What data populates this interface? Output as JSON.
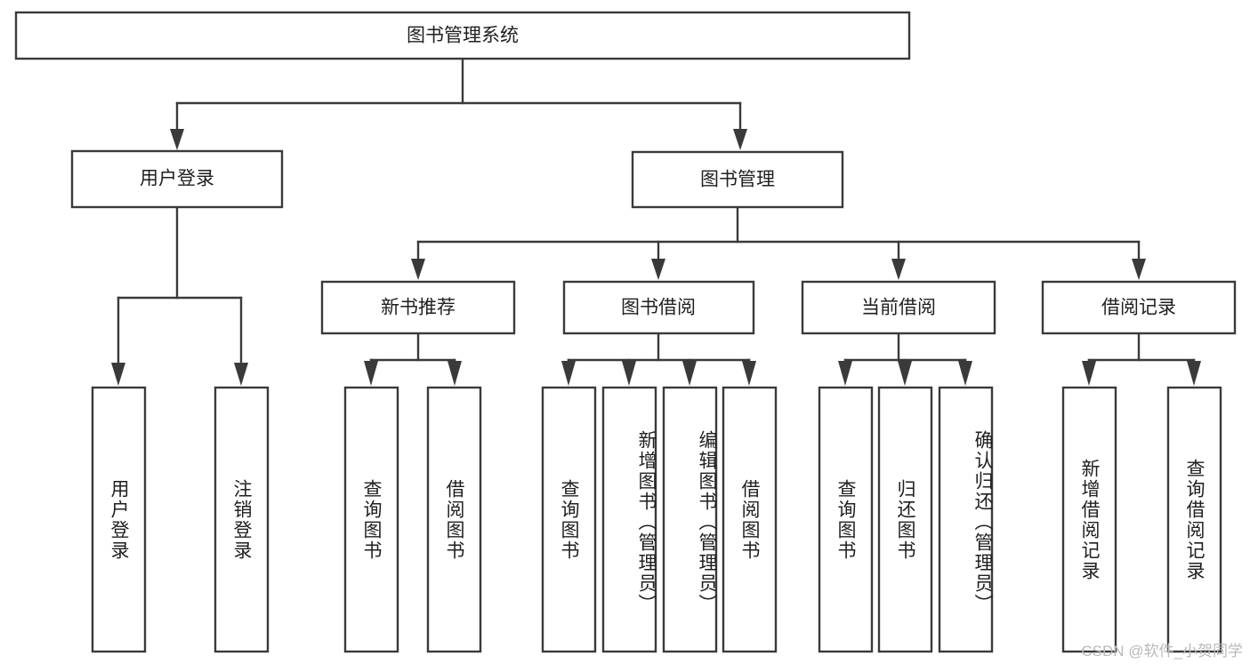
{
  "diagram": {
    "title": "图书管理系统",
    "type": "hierarchy-tree",
    "levels": 4,
    "root": {
      "label": "图书管理系统"
    },
    "level2": [
      {
        "label": "用户登录"
      },
      {
        "label": "图书管理"
      }
    ],
    "level3": [
      {
        "label": "新书推荐"
      },
      {
        "label": "图书借阅"
      },
      {
        "label": "当前借阅"
      },
      {
        "label": "借阅记录"
      }
    ],
    "leaves_user_login": [
      {
        "label": "用户登录"
      },
      {
        "label": "注销登录"
      }
    ],
    "leaves_new_books": [
      {
        "label": "查询图书"
      },
      {
        "label": "借阅图书"
      }
    ],
    "leaves_borrow": [
      {
        "label": "查询图书"
      },
      {
        "label": "新增图书（管理员）"
      },
      {
        "label": "编辑图书（管理员）"
      },
      {
        "label": "借阅图书"
      }
    ],
    "leaves_current": [
      {
        "label": "查询图书"
      },
      {
        "label": "归还图书"
      },
      {
        "label": "确认归还（管理员）"
      }
    ],
    "leaves_records": [
      {
        "label": "新增借阅记录"
      },
      {
        "label": "查询借阅记录"
      }
    ],
    "watermark": "CSDN @软件_小贺同学",
    "colors": {
      "stroke": "#3a3a3a",
      "fill": "#ffffff",
      "text": "#1f1f1f",
      "watermark": "#b9b9b9"
    }
  }
}
